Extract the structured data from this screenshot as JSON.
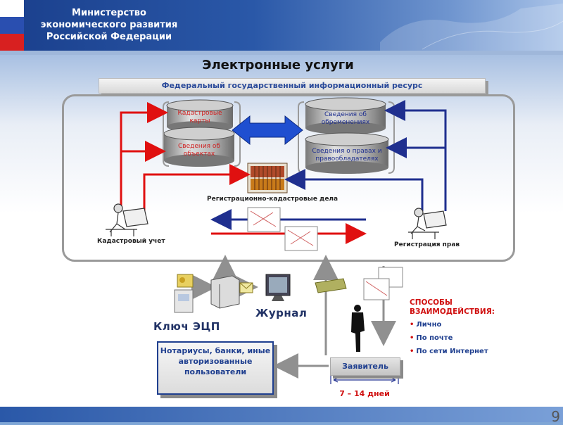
{
  "header": {
    "ministry": "Министерство экономического развития Российской Федерации"
  },
  "title": "Электронные услуги",
  "resource": "Федеральный государственный информационный ресурс",
  "databases": {
    "cadastral_maps": "Кадастровые карты",
    "object_info": "Сведения об объектах",
    "encumbrances": "Сведения об обременениях",
    "rights_holders": "Сведения о правах и правообладателях"
  },
  "labels": {
    "cases": "Регистрационно-кадастровые дела",
    "cadastral_account": "Кадастровый учет",
    "rights_registration": "Регистрация прав",
    "key": "Ключ ЭЦП",
    "journal": "Журнал"
  },
  "notary_box": "Нотариусы, банки, иные авторизованные пользователи",
  "applicant": "Заявитель",
  "days": "7 – 14 дней",
  "ways": {
    "title": "СПОСОБЫ ВЗАИМОДЕЙСТВИЯ:",
    "items": [
      "Лично",
      "По почте",
      "По сети Интернет"
    ]
  },
  "page_number": "9",
  "colors": {
    "red_flow": "#e01010",
    "blue_flow": "#1f2f8f",
    "accent": "#2a58a8"
  }
}
